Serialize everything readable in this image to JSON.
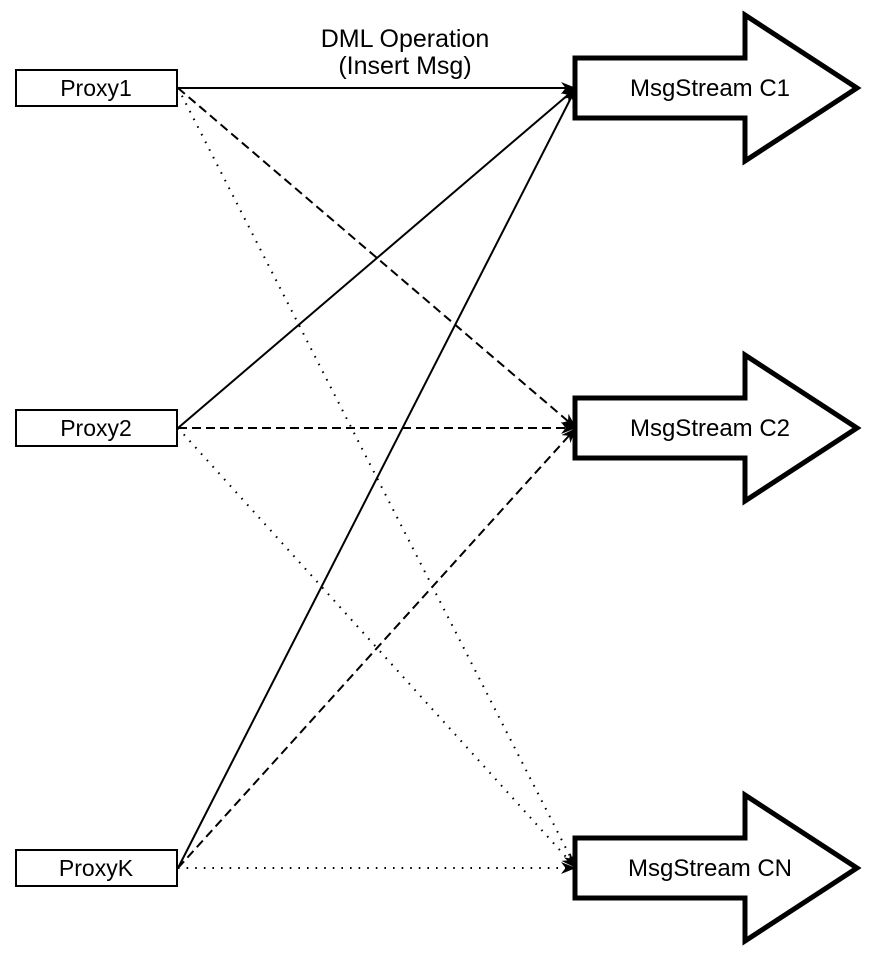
{
  "title": {
    "line1": "DML Operation",
    "line2": "(Insert Msg)"
  },
  "nodes": {
    "proxies": [
      {
        "id": "proxy1",
        "label": "Proxy1"
      },
      {
        "id": "proxy2",
        "label": "Proxy2"
      },
      {
        "id": "proxyK",
        "label": "ProxyK"
      }
    ],
    "streams": [
      {
        "id": "c1",
        "label": "MsgStream C1"
      },
      {
        "id": "c2",
        "label": "MsgStream C2"
      },
      {
        "id": "cn",
        "label": "MsgStream CN"
      }
    ]
  },
  "edges": [
    {
      "from": "proxy1",
      "to": "c1",
      "style": "solid"
    },
    {
      "from": "proxy1",
      "to": "c2",
      "style": "dashed"
    },
    {
      "from": "proxy1",
      "to": "cn",
      "style": "dotted"
    },
    {
      "from": "proxy2",
      "to": "c1",
      "style": "solid"
    },
    {
      "from": "proxy2",
      "to": "c2",
      "style": "dashed"
    },
    {
      "from": "proxy2",
      "to": "cn",
      "style": "dotted"
    },
    {
      "from": "proxyK",
      "to": "c1",
      "style": "solid"
    },
    {
      "from": "proxyK",
      "to": "c2",
      "style": "dashed"
    },
    {
      "from": "proxyK",
      "to": "cn",
      "style": "dotted"
    }
  ],
  "colors": {
    "ink": "#000000",
    "paper": "#ffffff"
  }
}
